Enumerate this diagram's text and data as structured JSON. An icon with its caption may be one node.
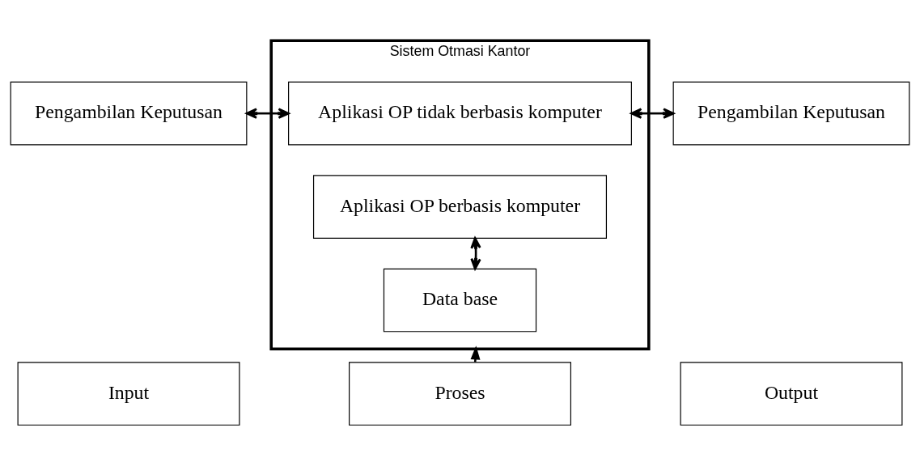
{
  "diagram": {
    "nodes": [
      {
        "text": [
          "Pengambilan Keputusan"
        ]
      },
      {
        "text": [
          "Sistem Otmasi Kantor"
        ]
      },
      {
        "text": [
          "Aplikasi OP tidak berbasis komputer"
        ],
        "in": 1
      },
      {
        "text": [
          "Aplikasi OP berbasis komputer"
        ],
        "in": 1
      },
      {
        "text": [
          "Data base"
        ],
        "in": 1
      },
      {
        "text": [
          "Pengambilan Keputusan"
        ]
      },
      {
        "text": [
          "Input"
        ]
      },
      {
        "text": [
          "Proses"
        ]
      },
      {
        "text": [
          "Output"
        ]
      }
    ],
    "edges": [
      {
        "from": 0,
        "to": 2,
        "arrow": "both"
      },
      {
        "from": 2,
        "to": 5,
        "arrow": "both"
      },
      {
        "from": 3,
        "to": 4,
        "arrow": "both"
      },
      {
        "from": 7,
        "to": 1,
        "arrow": "to"
      }
    ]
  }
}
